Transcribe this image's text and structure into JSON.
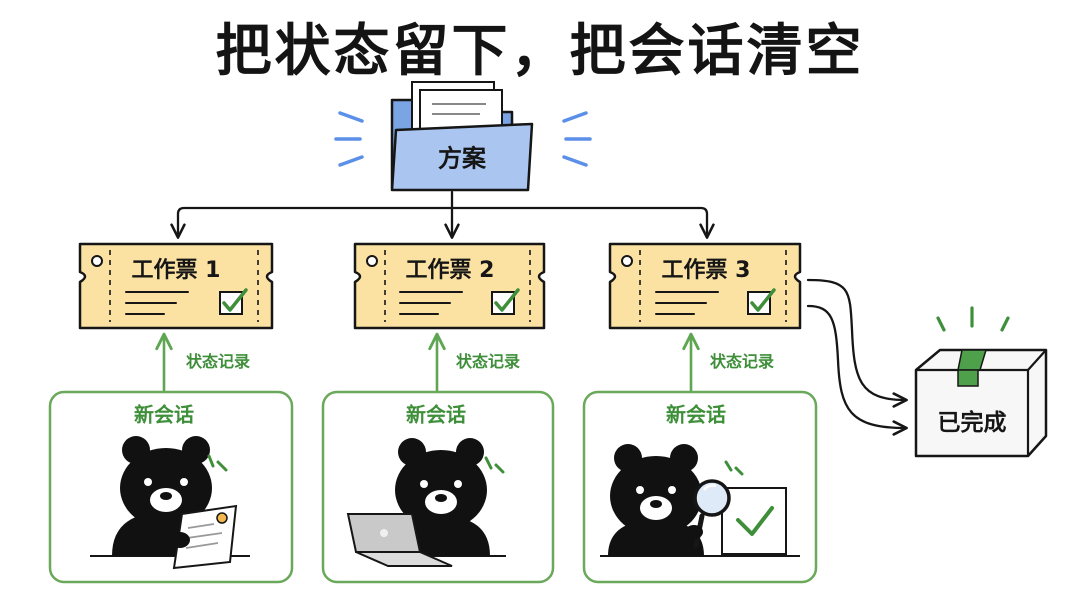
{
  "title": "把状态留下，把会话清空",
  "folder": {
    "label": "方案",
    "icon": "folder-icon"
  },
  "tickets": [
    {
      "label": "工作票 1",
      "icon": "ticket-icon"
    },
    {
      "label": "工作票 2",
      "icon": "ticket-icon"
    },
    {
      "label": "工作票 3",
      "icon": "ticket-icon"
    }
  ],
  "state_label": "状态记录",
  "sessions": [
    {
      "label": "新会话",
      "activity": "reading-document"
    },
    {
      "label": "新会话",
      "activity": "typing-on-laptop"
    },
    {
      "label": "新会话",
      "activity": "inspecting-with-magnifier"
    }
  ],
  "done": {
    "label": "已完成",
    "icon": "box-icon"
  },
  "colors": {
    "folder_fill": "#a9c5f0",
    "ticket_fill": "#fbe2a2",
    "session_border": "#6aa85a",
    "accent_green": "#3f8f3a",
    "spark_blue": "#5b8fe8",
    "ink": "#161616"
  }
}
